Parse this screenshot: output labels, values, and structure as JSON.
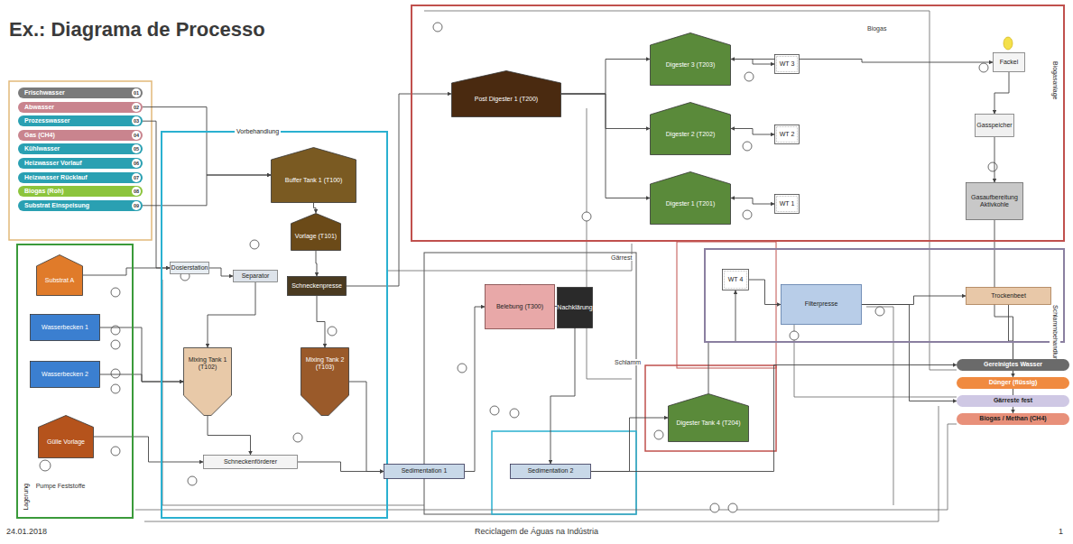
{
  "diagram": {
    "title": "Ex.: Diagrama de Processo",
    "caption": "Reciclagem de Águas na Indústria",
    "nodes": [
      {
        "text": [
          "Frischwasser",
          "01"
        ]
      },
      {
        "text": [
          "Abwasser",
          "02"
        ]
      },
      {
        "text": [
          "Prozesswasser",
          "03"
        ]
      },
      {
        "text": [
          "Gas (CH4)",
          "04"
        ]
      },
      {
        "text": [
          "Kühlwasser",
          "05"
        ]
      },
      {
        "text": [
          "Heizwasser Vorlauf",
          "06"
        ]
      },
      {
        "text": [
          "Heizwasser Rücklauf",
          "07"
        ]
      },
      {
        "text": [
          "Biogas (Roh)",
          "08"
        ]
      },
      {
        "text": [
          "Substrat Einspeisung",
          "09"
        ]
      },
      {
        "text": [
          "Lagerung"
        ]
      },
      {
        "text": [
          "Substrat A"
        ],
        "in": 9
      },
      {
        "text": [
          "Wasserbecken 1"
        ],
        "in": 9
      },
      {
        "text": [
          "Wasserbecken 2"
        ],
        "in": 9
      },
      {
        "text": [
          "Gülle Vorlage"
        ],
        "in": 9
      },
      {
        "text": [
          "Pumpe Feststoffe"
        ],
        "in": 9
      },
      {
        "text": [
          "Vorbehandlung"
        ]
      },
      {
        "text": [
          "Buffer Tank 1 (T100)"
        ],
        "in": 15
      },
      {
        "text": [
          "Vorlage (T101)"
        ],
        "in": 15
      },
      {
        "text": [
          "Dosierstation"
        ],
        "in": 15
      },
      {
        "text": [
          "Separator"
        ],
        "in": 15
      },
      {
        "text": [
          "Schneckenpresse"
        ],
        "in": 15
      },
      {
        "text": [
          "Mixing Tank 1 (T102)"
        ],
        "in": 15
      },
      {
        "text": [
          "Mixing Tank 2 (T103)"
        ],
        "in": 15
      },
      {
        "text": [
          "Schneckenförderer"
        ],
        "in": 15
      },
      {
        "text": [
          "Biogasanlage"
        ]
      },
      {
        "text": [
          "Post Digester 1 (T200)"
        ],
        "in": 24
      },
      {
        "text": [
          "Digester 3 (T203)"
        ],
        "in": 24
      },
      {
        "text": [
          "Digester 2 (T202)"
        ],
        "in": 24
      },
      {
        "text": [
          "Digester 1 (T201)"
        ],
        "in": 24
      },
      {
        "text": [
          "WT 3"
        ],
        "in": 24
      },
      {
        "text": [
          "WT 2"
        ],
        "in": 24
      },
      {
        "text": [
          "WT 1"
        ],
        "in": 24
      },
      {
        "text": [
          "Fackel"
        ],
        "in": 24
      },
      {
        "text": [
          "Gasspeicher"
        ],
        "in": 24
      },
      {
        "text": [
          "Gasaufbereitung Aktivkohle"
        ],
        "in": 24
      },
      {
        "text": [
          "Belebung (T300)"
        ]
      },
      {
        "text": [
          "Nachklärung"
        ]
      },
      {
        "text": [
          "Schlammbehandlung"
        ]
      },
      {
        "text": [
          "WT 4"
        ],
        "in": 37
      },
      {
        "text": [
          "Filterpresse"
        ],
        "in": 37
      },
      {
        "text": [
          "Trockenbeet"
        ],
        "in": 37
      },
      {
        "text": [
          "Digester Tank 4 (T204)"
        ]
      },
      {
        "text": [
          "Sedimentation 1"
        ]
      },
      {
        "text": [
          "Sedimentation 2"
        ]
      },
      {
        "text": [
          "Gereinigtes Wasser"
        ]
      },
      {
        "text": [
          "Dünger (flüssig)"
        ]
      },
      {
        "text": [
          "Gärreste fest"
        ]
      },
      {
        "text": [
          "Biogas / Methan (CH4)"
        ]
      }
    ],
    "edges": [
      {
        "from": 8,
        "to": 16,
        "arrow": "to"
      },
      {
        "from": 1,
        "to": 16,
        "arrow": "to"
      },
      {
        "from": 2,
        "to": 18,
        "arrow": "to"
      },
      {
        "from": 10,
        "to": 18,
        "arrow": "to"
      },
      {
        "from": 11,
        "to": 21,
        "arrow": "to"
      },
      {
        "from": 12,
        "to": 21,
        "arrow": "to"
      },
      {
        "from": 13,
        "to": 23,
        "arrow": "to"
      },
      {
        "from": 16,
        "to": 17,
        "arrow": "to"
      },
      {
        "from": 17,
        "to": 20,
        "arrow": "to"
      },
      {
        "from": 18,
        "to": 19,
        "arrow": "to"
      },
      {
        "from": 19,
        "to": 21,
        "arrow": "to"
      },
      {
        "from": 20,
        "to": 22,
        "arrow": "to"
      },
      {
        "from": 21,
        "to": 23,
        "arrow": "to"
      },
      {
        "from": 22,
        "to": 42,
        "arrow": "to"
      },
      {
        "from": 23,
        "to": 42,
        "arrow": "to"
      },
      {
        "from": 42,
        "to": 35,
        "arrow": "to"
      },
      {
        "from": 35,
        "to": 36,
        "arrow": "to"
      },
      {
        "from": 36,
        "to": 43,
        "arrow": "to"
      },
      {
        "from": 20,
        "to": 25,
        "arrow": "to"
      },
      {
        "from": 25,
        "to": 26,
        "arrow": "to"
      },
      {
        "from": 25,
        "to": 27,
        "arrow": "to"
      },
      {
        "from": 25,
        "to": 28,
        "arrow": "to"
      },
      {
        "from": 26,
        "to": 29,
        "arrow": "both"
      },
      {
        "from": 27,
        "to": 30,
        "arrow": "both"
      },
      {
        "from": 28,
        "to": 31,
        "arrow": "both"
      },
      {
        "from": 26,
        "to": 32,
        "arrow": "to"
      },
      {
        "from": 32,
        "to": 33,
        "arrow": "to"
      },
      {
        "from": 33,
        "to": 34,
        "arrow": "to"
      },
      {
        "from": 34,
        "to": 47,
        "arrow": "to"
      },
      {
        "from": 43,
        "to": 41,
        "arrow": "to"
      },
      {
        "from": 41,
        "to": 38,
        "arrow": "to"
      },
      {
        "from": 38,
        "to": 39,
        "arrow": "to"
      },
      {
        "from": 39,
        "to": 40,
        "arrow": "to"
      },
      {
        "from": 39,
        "to": 46,
        "arrow": "to"
      },
      {
        "from": 40,
        "to": 45,
        "arrow": "to"
      },
      {
        "from": 43,
        "to": 44,
        "arrow": "to"
      }
    ],
    "labels": [
      "24.01.2018",
      "1",
      "Biogas",
      "Gärrest",
      "Schlamm"
    ]
  }
}
